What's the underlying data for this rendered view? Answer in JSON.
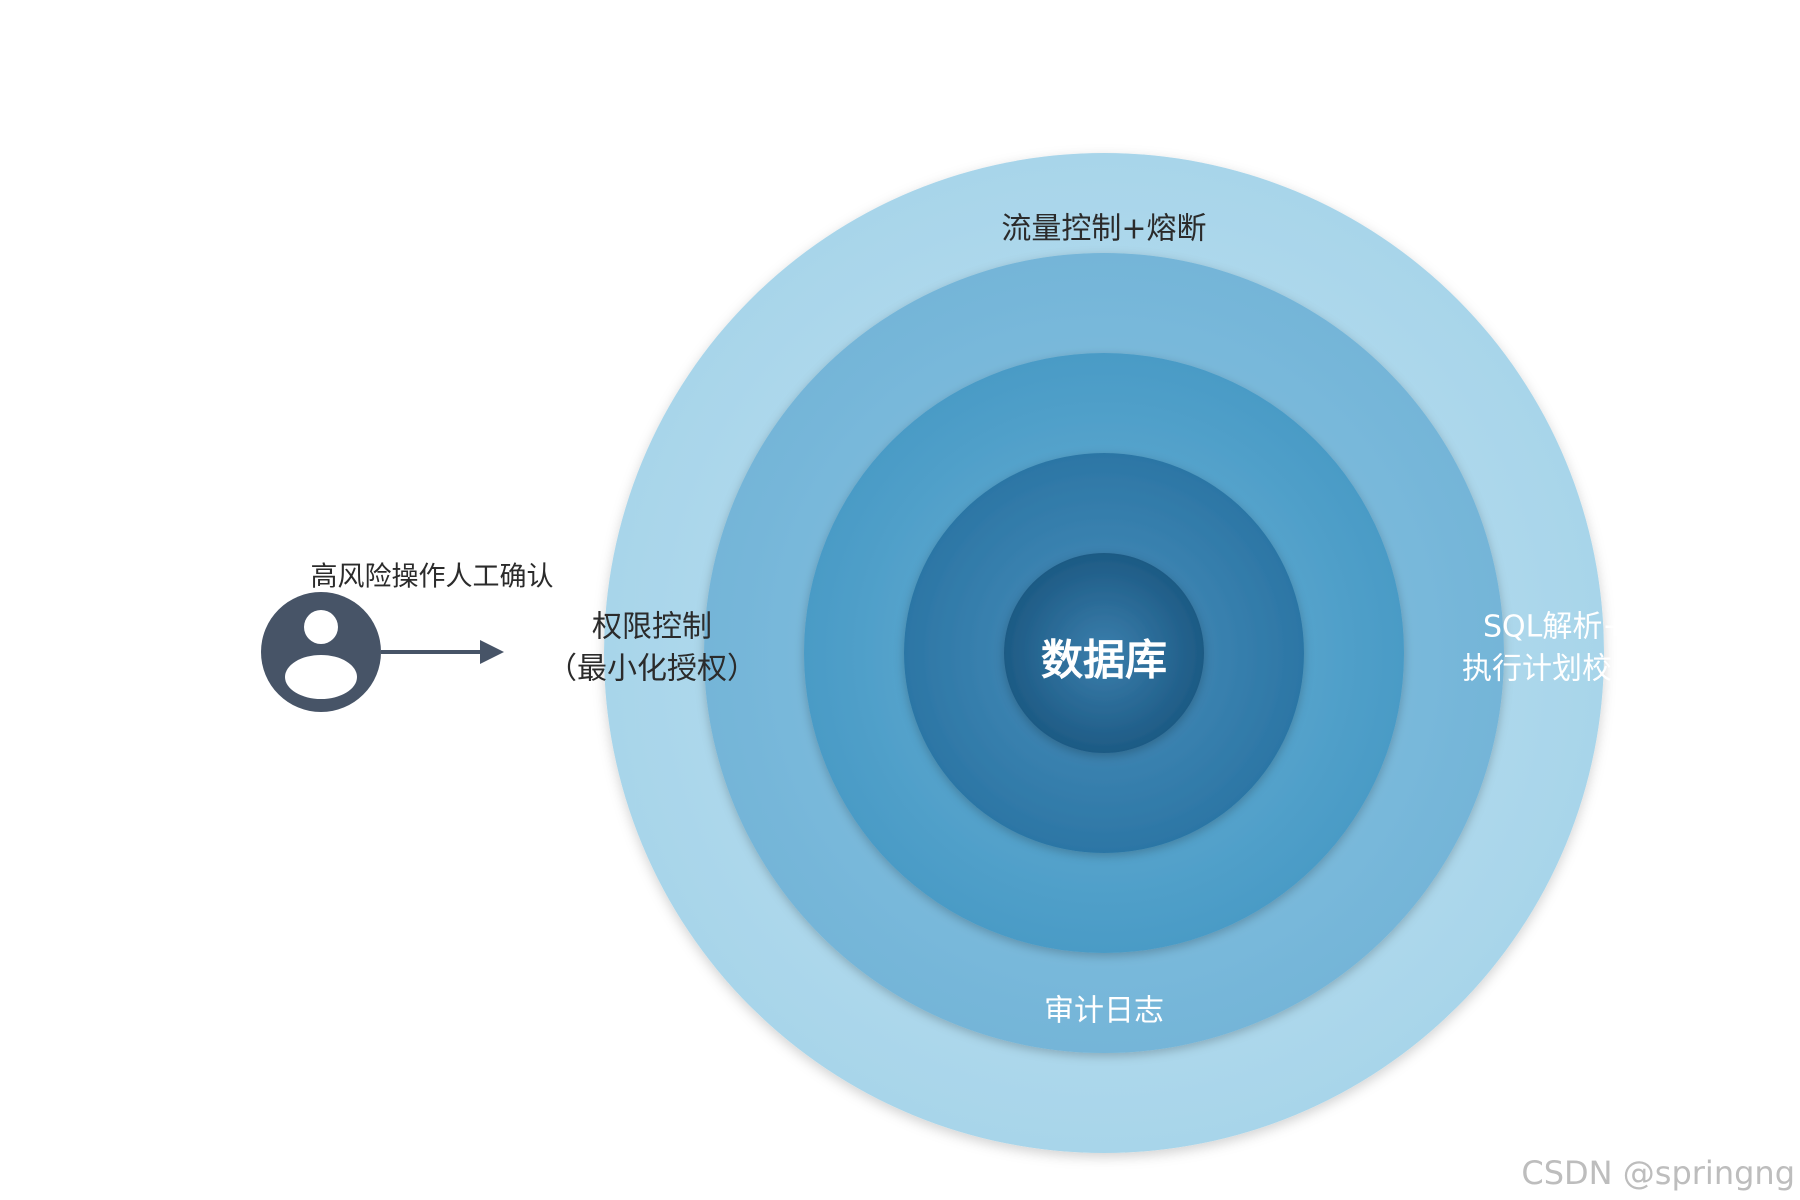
{
  "core": {
    "label": "数据库",
    "color_center": "#2e6f9c",
    "color_edge": "#1d5a84"
  },
  "rings": [
    {
      "label": "审计日志",
      "color": "#3a84b2",
      "color_edge": "#2c76a5"
    },
    {
      "label": "SQL解析+执行计划校",
      "color": "#5aa8d0",
      "color_edge": "#4a9bc6"
    },
    {
      "label": "权限控制（最小化授权）",
      "color": "#7fbcdc",
      "color_edge": "#74b5d8"
    },
    {
      "label": "流量控制+熔断",
      "color": "#b4dcee",
      "color_edge": "#a8d5ea"
    }
  ],
  "labels": {
    "top": "流量控制+熔断",
    "left_line1": "权限控制",
    "left_line2": "（最小化授权）",
    "right_line1": "SQL解析+",
    "right_line2": "执行计划校",
    "bottom": "审计日志",
    "user": "高风险操作人工确认"
  },
  "icons": {
    "user": "user-icon",
    "arrow": "arrow-right-icon"
  },
  "colors": {
    "user_icon": "#475467",
    "dark_text": "#2b2b2b",
    "light_text": "#ffffff",
    "watermark": "#bdbdbd"
  },
  "watermark": "CSDN @springng"
}
